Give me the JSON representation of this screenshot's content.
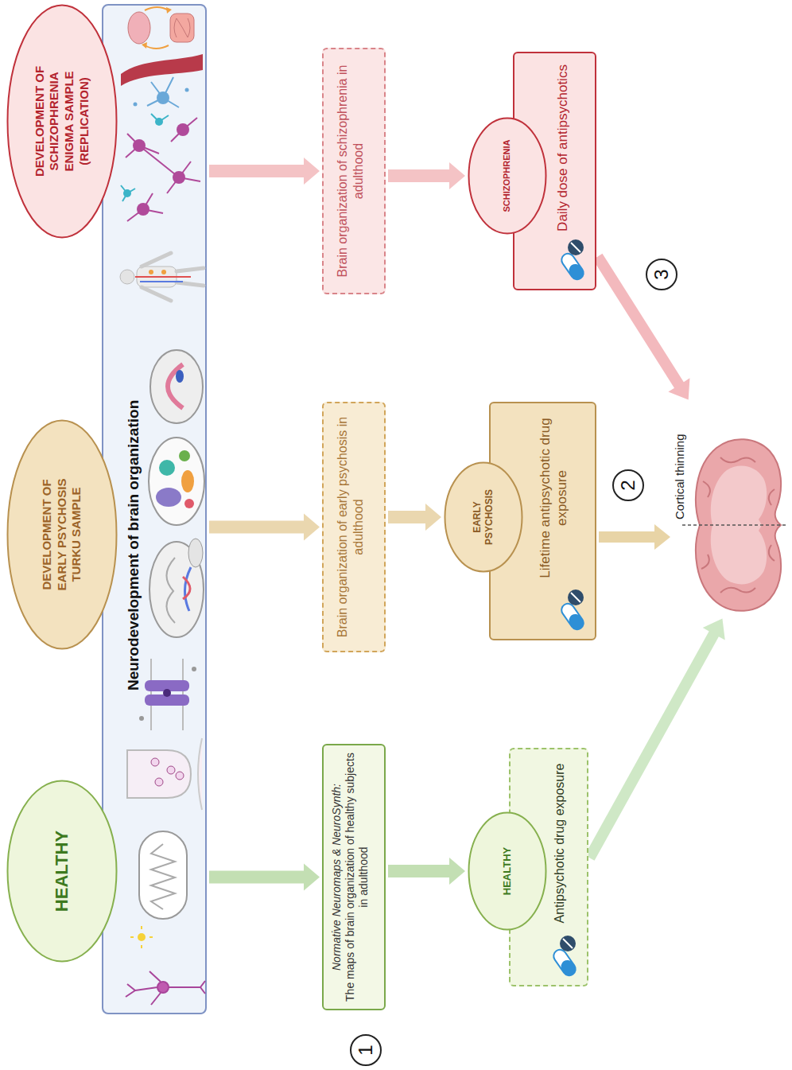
{
  "diagram": {
    "nodes": [
      {
        "text": [
          "HEALTHY"
        ]
      },
      {
        "text": [
          "DEVELOPMENT OF EARLY PSYCHOSIS TURKU SAMPLE"
        ]
      },
      {
        "text": [
          "DEVELOPMENT OF SCHIZOPHRENIA ENIGMA SAMPLE (REPLICATION)"
        ]
      },
      {
        "text": [
          "Neurodevelopment of brain organization"
        ]
      },
      {
        "text": [
          "Normative Neuromaps & NeuroSynth:",
          "The maps of brain organization of healthy subjects in adulthood"
        ]
      },
      {
        "text": [
          "Brain organization of early psychosis in adulthood"
        ]
      },
      {
        "text": [
          "Brain organization of schizophrenia in adulthood"
        ]
      },
      {
        "text": [
          "HEALTHY"
        ]
      },
      {
        "text": [
          "Antipsychotic drug exposure"
        ]
      },
      {
        "text": [
          "EARLY PSYCHOSIS"
        ]
      },
      {
        "text": [
          "Lifetime antipsychotic drug exposure"
        ]
      },
      {
        "text": [
          "SCHIZOPHRENIA"
        ]
      },
      {
        "text": [
          "Daily dose of antipsychotics"
        ]
      },
      {
        "text": [
          "Cortical thinning"
        ]
      }
    ],
    "edges": [
      {
        "from": 3,
        "to": 4,
        "arrow": "to"
      },
      {
        "from": 3,
        "to": 5,
        "arrow": "to"
      },
      {
        "from": 3,
        "to": 6,
        "arrow": "to"
      },
      {
        "from": 4,
        "to": 7,
        "arrow": "to"
      },
      {
        "from": 5,
        "to": 9,
        "arrow": "to"
      },
      {
        "from": 6,
        "to": 11,
        "arrow": "to"
      },
      {
        "from": 8,
        "to": 13,
        "arrow": "to"
      },
      {
        "from": 10,
        "to": 13,
        "arrow": "to"
      },
      {
        "from": 12,
        "to": 13,
        "arrow": "to"
      }
    ],
    "labels": [
      "1",
      "2",
      "3"
    ]
  }
}
